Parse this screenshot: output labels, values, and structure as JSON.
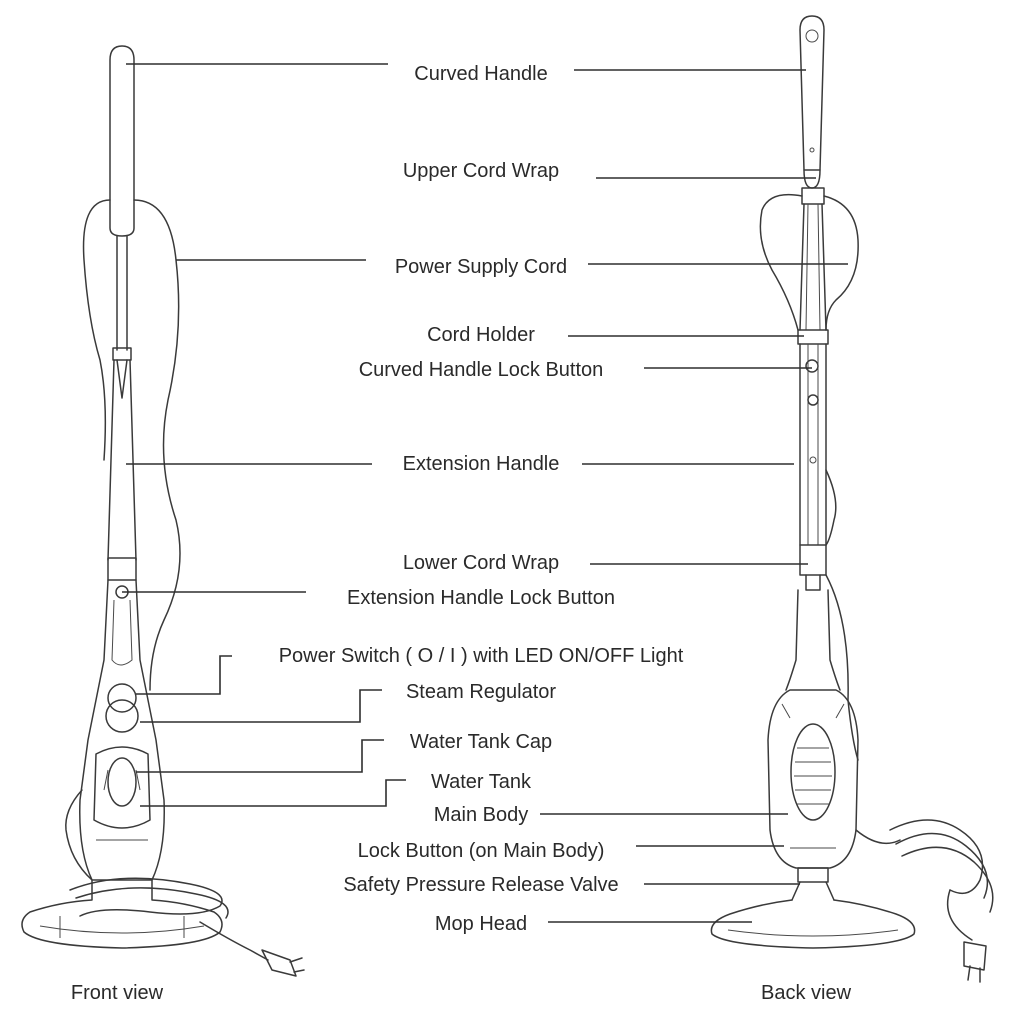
{
  "labels": {
    "curved_handle": "Curved Handle",
    "upper_cord_wrap": "Upper Cord Wrap",
    "power_supply_cord": "Power Supply Cord",
    "cord_holder": "Cord Holder",
    "curved_handle_lock_button": "Curved Handle Lock Button",
    "extension_handle": "Extension Handle",
    "lower_cord_wrap": "Lower Cord Wrap",
    "extension_handle_lock_button": "Extension Handle Lock Button",
    "power_switch": "Power Switch ( O / I ) with LED ON/OFF Light",
    "steam_regulator": "Steam Regulator",
    "water_tank_cap": "Water Tank Cap",
    "water_tank": "Water Tank",
    "main_body": "Main Body",
    "lock_button_main_body": "Lock Button (on Main Body)",
    "safety_valve": "Safety Pressure Release Valve",
    "mop_head": "Mop Head"
  },
  "captions": {
    "front": "Front view",
    "back": "Back view"
  }
}
